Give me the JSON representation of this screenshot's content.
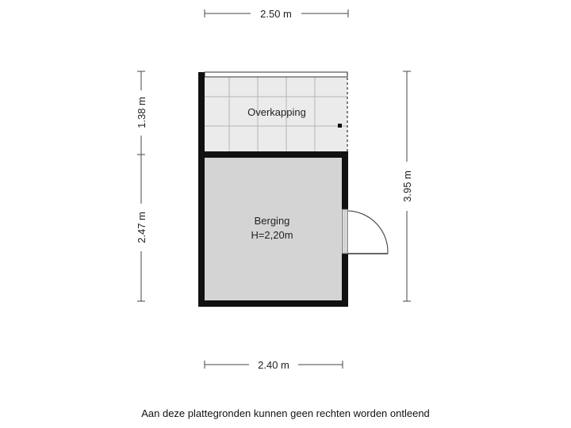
{
  "dimensions": {
    "top_width": "2.50 m",
    "bottom_width": "2.40 m",
    "left_upper": "1.38 m",
    "left_lower": "2.47 m",
    "right_total": "3.95 m"
  },
  "rooms": {
    "overkapping": {
      "label": "Overkapping"
    },
    "berging": {
      "label": "Berging",
      "height": "H=2,20m"
    }
  },
  "footer": {
    "disclaimer": "Aan deze plattegronden kunnen geen rechten worden ontleend"
  },
  "colors": {
    "wall": "#111111",
    "room_fill": "#d4d4d4",
    "tile_fill": "#ebebeb",
    "tile_line": "#b5b5b5",
    "dim_line": "#444444"
  }
}
